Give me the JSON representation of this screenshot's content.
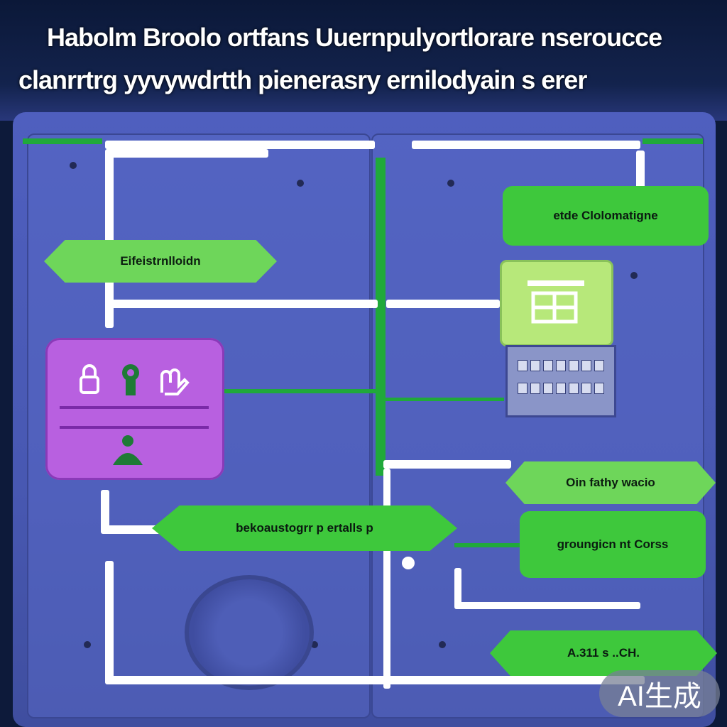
{
  "title": {
    "line1": "Habolm Broolo ortfans Uuernpulyortlorare nseroucce",
    "line2": "clanrrtrg yyvywdrtth pienerasry ernilodyain s erer"
  },
  "labels": {
    "left_top": "Eifeistrnlloidn",
    "right_top": "etde Clolomatigne",
    "right_mid": "Oin fathy wacio",
    "center_bottom": "bekoaustogrr p ertalls p",
    "right_box": "groungicn nt Corss",
    "bottom_right": "A.311 s ..CH."
  },
  "icons": {
    "purple_panel": [
      "lock-icon",
      "keyhole-icon",
      "hand-icon",
      "operator-icon"
    ],
    "lime_panel": "circuit-breaker-icon"
  },
  "watermark": "AI生成",
  "colors": {
    "accent_green": "#3ec83c",
    "lime": "#b7e87a",
    "purple": "#b860e0",
    "cabinet": "#4f5fbf"
  }
}
